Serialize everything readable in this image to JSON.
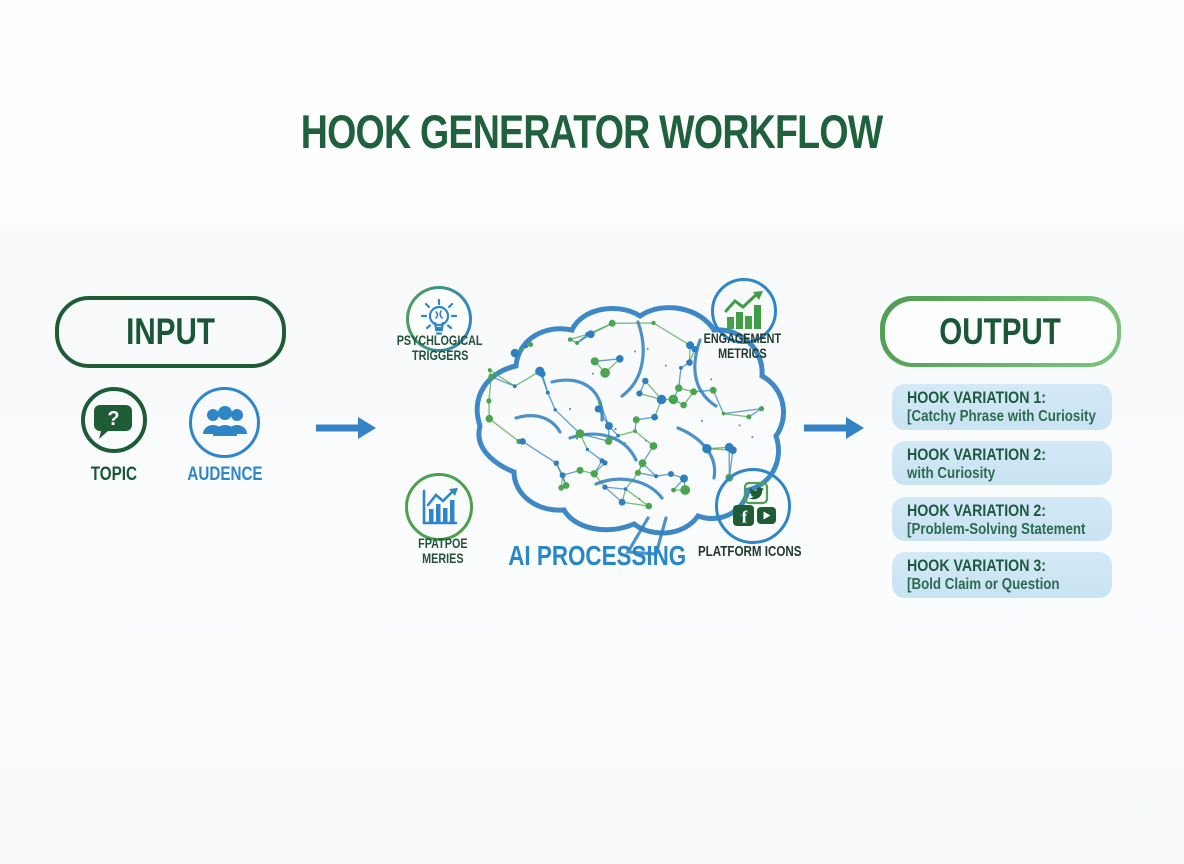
{
  "title": "HOOK GENERATOR WORKFLOW",
  "input": {
    "label": "INPUT",
    "topic_label": "TOPIC",
    "audience_label": "AUDENCE"
  },
  "processing": {
    "label": "AI PROCESSING",
    "psychological": {
      "line1": "PSYCHLOGICAL",
      "line2": "TRIGGERS"
    },
    "engagement": {
      "line1": "ENGAGEMENT",
      "line2": "METRICS"
    },
    "strategy": {
      "line1": "FPATPOE",
      "line2": "MERIES"
    },
    "platform": {
      "line1": "PLATFORM ICONS"
    }
  },
  "output": {
    "label": "OUTPUT",
    "hooks": [
      {
        "title": "HOOK VARIATION 1:",
        "subtitle": "[Catchy Phrase with Curiosity"
      },
      {
        "title": "HOOK VARIATION 2:",
        "subtitle": "with Curiosity"
      },
      {
        "title": "HOOK VARIATION 2:",
        "subtitle": "[Problem-Solving Statement"
      },
      {
        "title": "HOOK VARIATION 3:",
        "subtitle": "[Bold Claim or Question"
      }
    ]
  },
  "icons": {
    "topic": "question-speech-bubble-icon",
    "audience": "people-group-icon",
    "psychological": "lightbulb-icon",
    "engagement": "growth-chart-icon",
    "strategy": "bar-chart-icon",
    "platform": "social-media-icons",
    "flow": "right-arrow-icon"
  },
  "colors": {
    "dark_green": "#1d5c35",
    "title_green": "#20613d",
    "medium_green": "#4ca04e",
    "output_border_green": "#5aa85c",
    "blue": "#2e86c8",
    "arrow_blue": "#3583c5",
    "hook_bg_light_blue": "#cfe7f5"
  }
}
